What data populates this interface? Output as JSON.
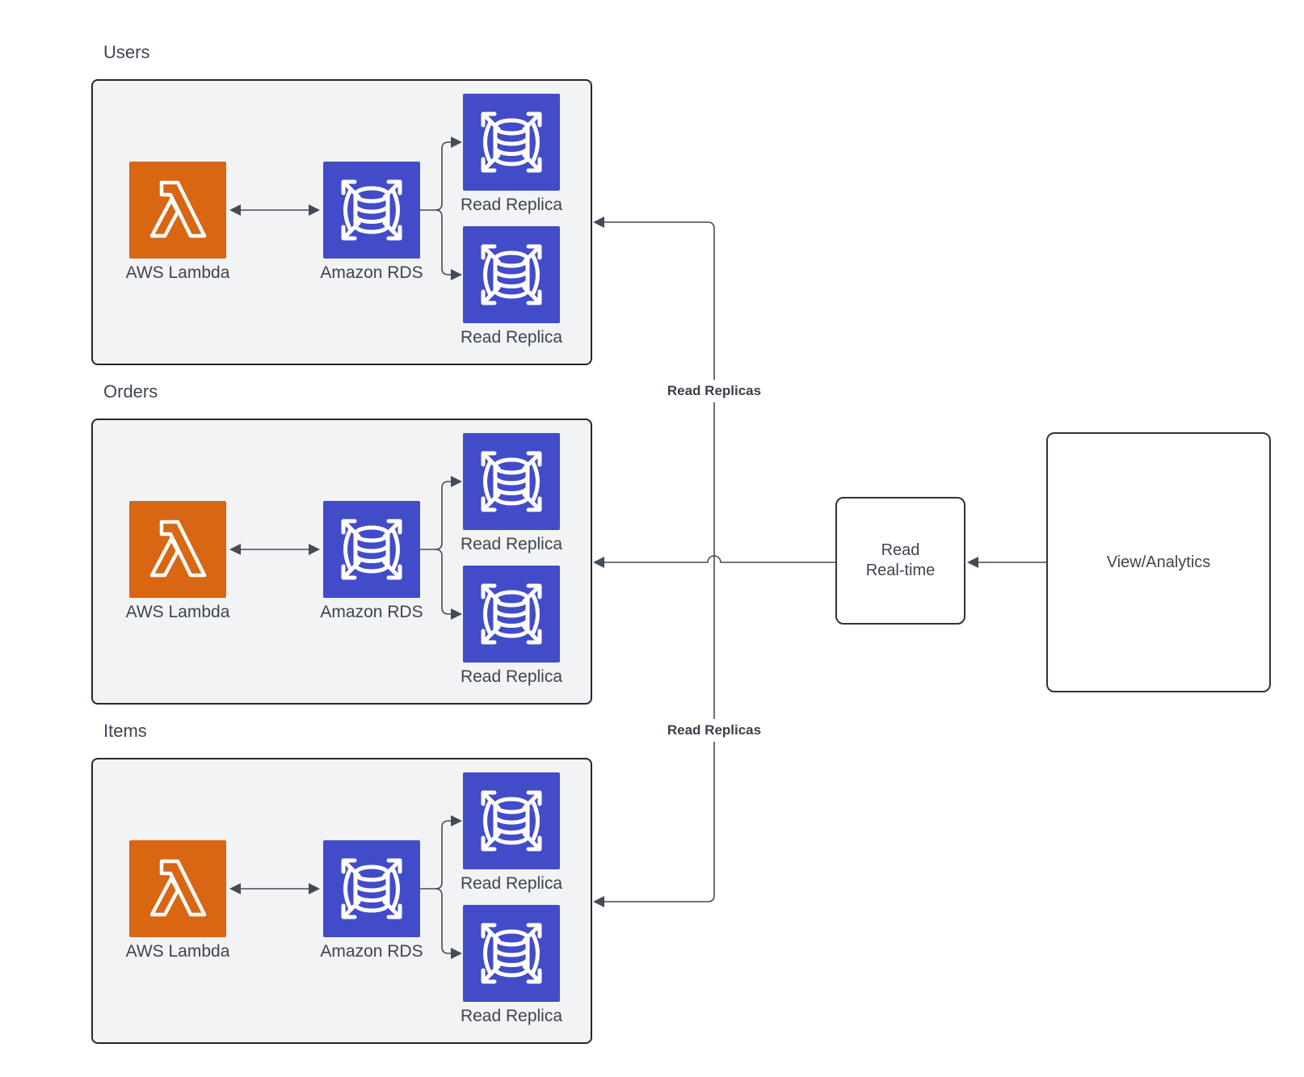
{
  "groups": [
    {
      "label": "Users",
      "lambda_caption": "AWS Lambda",
      "rds_caption": "Amazon RDS",
      "replica1_caption": "Read Replica",
      "replica2_caption": "Read Replica"
    },
    {
      "label": "Orders",
      "lambda_caption": "AWS Lambda",
      "rds_caption": "Amazon RDS",
      "replica1_caption": "Read Replica",
      "replica2_caption": "Read Replica"
    },
    {
      "label": "Items",
      "lambda_caption": "AWS Lambda",
      "rds_caption": "Amazon RDS",
      "replica1_caption": "Read Replica",
      "replica2_caption": "Read Replica"
    }
  ],
  "edges": {
    "read_replicas_top": "Read Replicas",
    "read_replicas_bottom": "Read Replicas"
  },
  "right": {
    "read_realtime_line1": "Read",
    "read_realtime_line2": "Real-time",
    "view_analytics": "View/Analytics"
  },
  "icons": {
    "lambda": "aws-lambda-icon",
    "rds": "amazon-rds-icon",
    "replica": "read-replica-icon"
  },
  "colors": {
    "lambda_bg": "#D86613",
    "rds_bg": "#424CC8",
    "group_fill": "#F2F3F5",
    "group_border": "#23272F",
    "node_border": "#2E3440",
    "line": "#444B56",
    "text": "#3E4450"
  }
}
